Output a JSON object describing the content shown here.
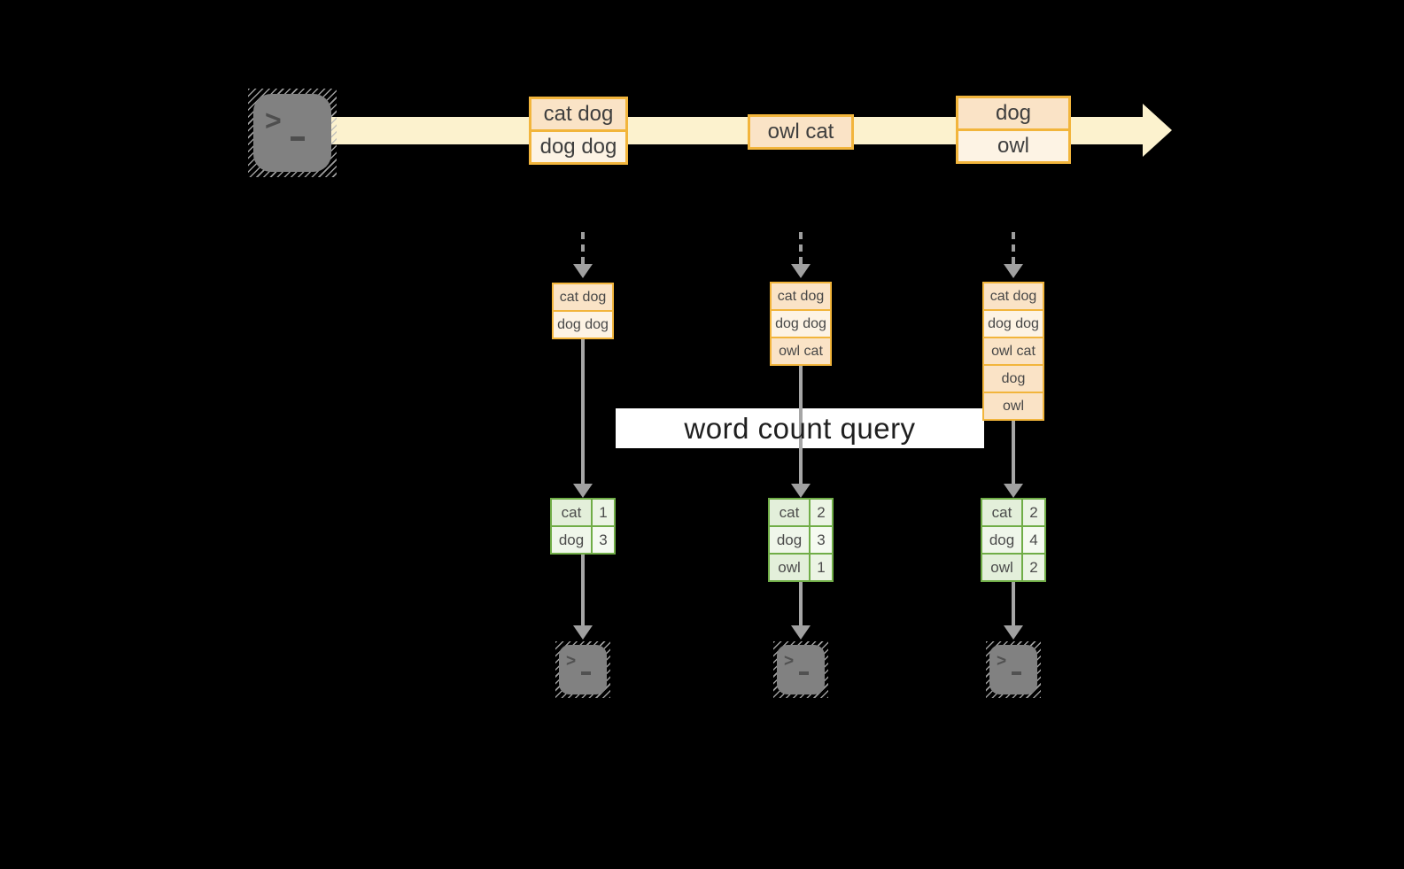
{
  "query_label": "word count query",
  "stream": {
    "events": [
      {
        "rows": [
          "cat dog",
          "dog dog"
        ]
      },
      {
        "rows": [
          "owl cat"
        ]
      },
      {
        "rows": [
          "dog",
          "owl"
        ]
      }
    ]
  },
  "lanes": [
    {
      "buffer": [
        "cat dog",
        "dog dog"
      ],
      "counts": [
        {
          "word": "cat",
          "value": "1"
        },
        {
          "word": "dog",
          "value": "3"
        }
      ]
    },
    {
      "buffer": [
        "cat dog",
        "dog dog",
        "owl cat"
      ],
      "counts": [
        {
          "word": "cat",
          "value": "2"
        },
        {
          "word": "dog",
          "value": "3"
        },
        {
          "word": "owl",
          "value": "1"
        }
      ]
    },
    {
      "buffer": [
        "cat dog",
        "dog dog",
        "owl cat",
        "dog",
        "owl"
      ],
      "counts": [
        {
          "word": "cat",
          "value": "2"
        },
        {
          "word": "dog",
          "value": "4"
        },
        {
          "word": "owl",
          "value": "2"
        }
      ]
    }
  ],
  "colors": {
    "background": "#000000",
    "stream_arrow": "#FCF2CE",
    "event_border": "#F2B53C",
    "event_fill_dark": "#FAE3C6",
    "event_fill_light": "#FDF3E4",
    "table_border": "#70AD47",
    "table_fill_dark": "#E3EFDA",
    "table_fill_light": "#EFF6EA",
    "arrow_gray": "#A6A6A6",
    "terminal_gray": "#818181",
    "label_bg": "#FFFFFF"
  }
}
